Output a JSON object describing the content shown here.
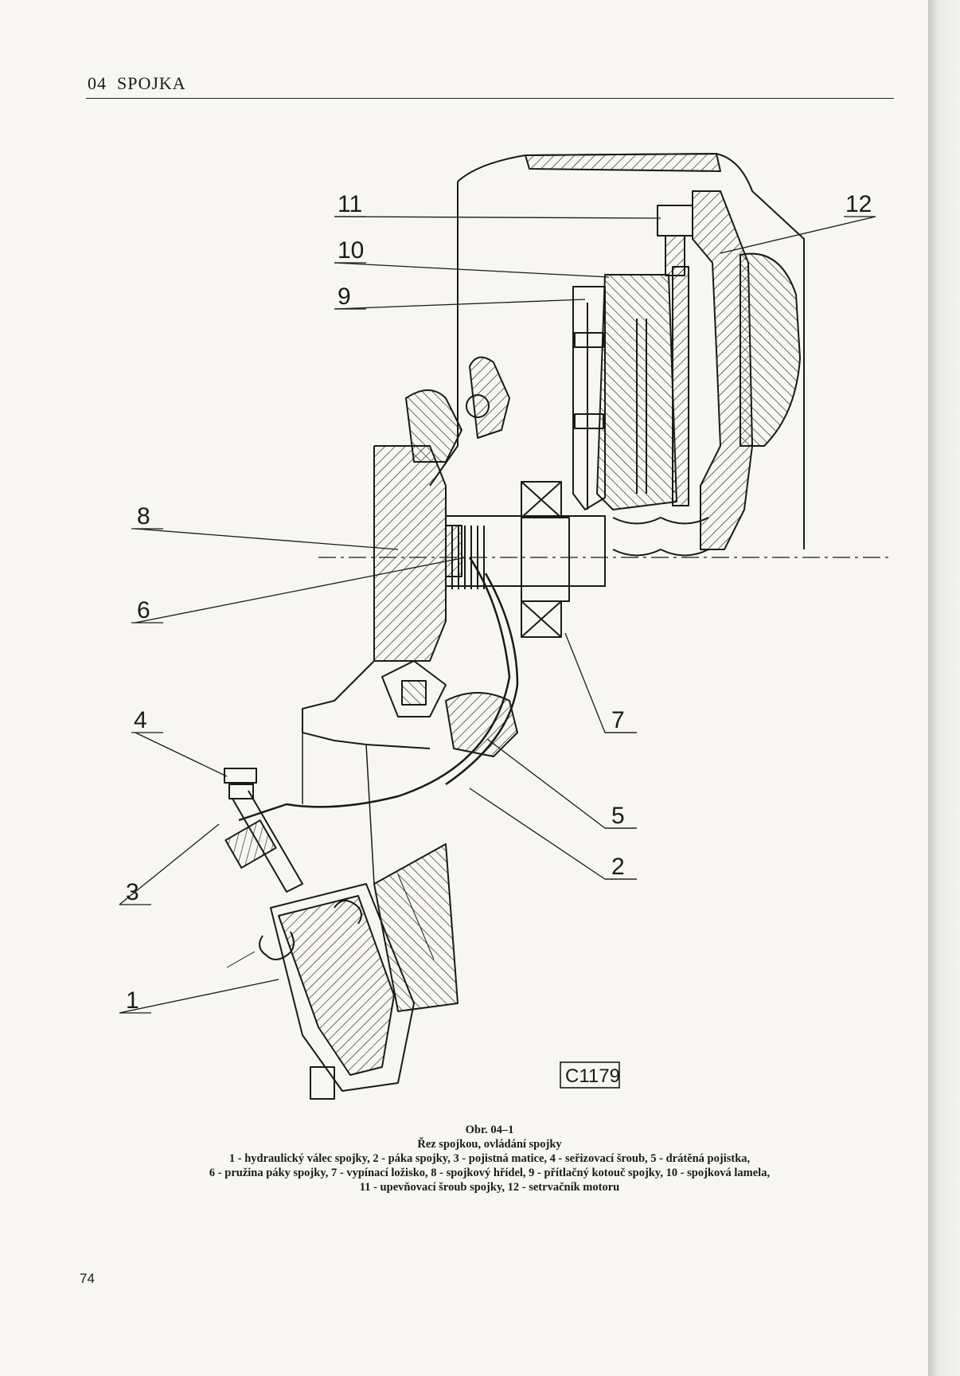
{
  "header": {
    "chapter_number": "04",
    "chapter_title": "SPOJKA"
  },
  "figure": {
    "labels": [
      "11",
      "10",
      "9",
      "8",
      "6",
      "4",
      "3",
      "1",
      "12",
      "7",
      "5",
      "2"
    ],
    "drawing_code": "C1179"
  },
  "caption": {
    "figure_number": "Obr. 04–1",
    "title": "Řez spojkou, ovládání spojky",
    "legend_lines": [
      "1 - hydraulický válec spojky, 2 - páka spojky, 3 - pojistná matice, 4 - seřizovací šroub, 5 - drátěná pojistka,",
      "6 - pružina páky spojky, 7 - vypínací ložisko, 8 - spojkový hřídel, 9 - přítlačný kotouč spojky, 10 - spojková lamela,",
      "11 - upevňovací šroub spojky, 12 - setrvačník motoru"
    ]
  },
  "page_number": "74"
}
